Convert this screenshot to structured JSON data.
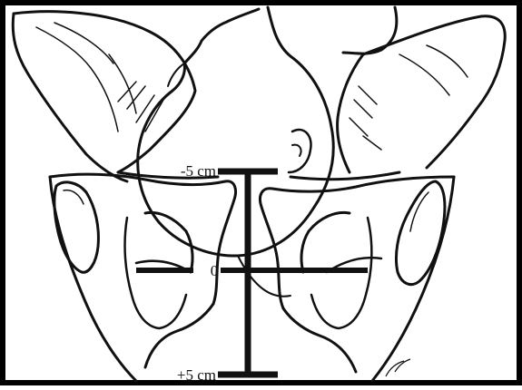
{
  "figure": {
    "labels": {
      "minus5": "-5 cm",
      "zero": "0",
      "plus5": "+5 cm"
    },
    "colors": {
      "ink": "#111111",
      "paper": "#ffffff",
      "border": "#000000"
    }
  }
}
